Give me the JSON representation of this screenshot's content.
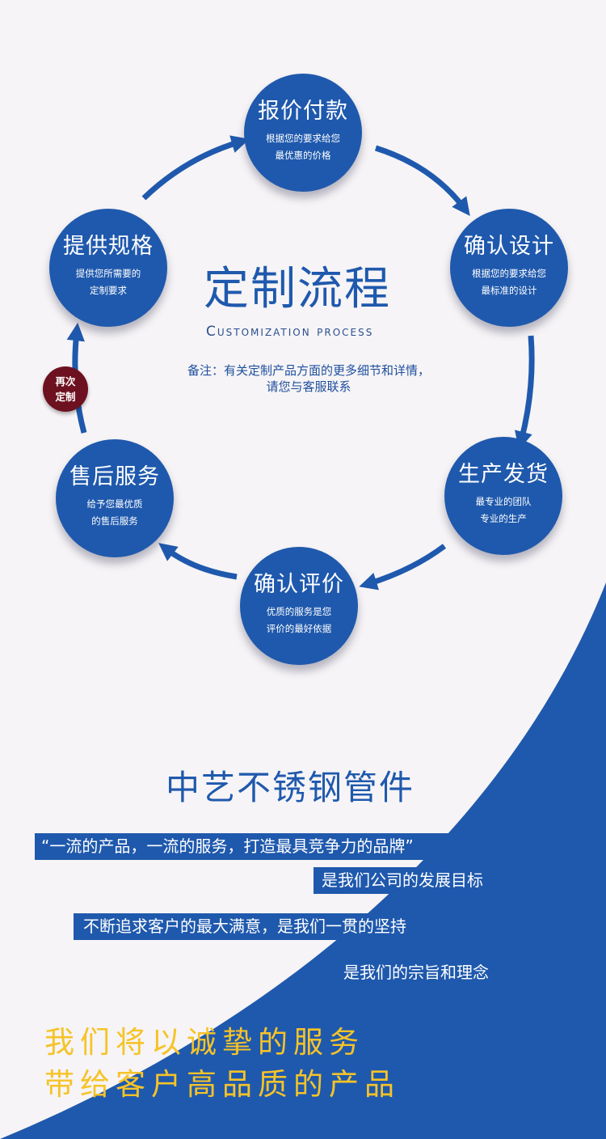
{
  "process": {
    "title": "定制流程",
    "subtitle": "Customization process",
    "note_line1": "备注：有关定制产品方面的更多细节和详情，",
    "note_line2": "请您与客服联系",
    "redo_line1": "再次",
    "redo_line2": "定制",
    "steps": [
      {
        "title": "报价付款",
        "desc1": "根据您的要求给您",
        "desc2": "最优惠的价格"
      },
      {
        "title": "确认设计",
        "desc1": "根据您的要求给您",
        "desc2": "最标准的设计"
      },
      {
        "title": "生产发货",
        "desc1": "最专业的团队",
        "desc2": "专业的生产"
      },
      {
        "title": "确认评价",
        "desc1": "优质的服务是您",
        "desc2": "评价的最好依据"
      },
      {
        "title": "售后服务",
        "desc1": "给予您最优质",
        "desc2": "的售后服务"
      },
      {
        "title": "提供规格",
        "desc1": "提供您所需要的",
        "desc2": "定制要求"
      }
    ]
  },
  "company": {
    "name": "中艺不锈钢管件",
    "line1": "“一流的产品，一流的服务，打造最具竞争力的品牌”",
    "line2": "是我们公司的发展目标",
    "line3": "不断追求客户的最大满意，是我们一贯的坚持",
    "line4": "是我们的宗旨和理念"
  },
  "slogan": {
    "line1": "我们将以诚挚的服务",
    "line2": "带给客户高品质的产品"
  },
  "colors": {
    "primary_blue": "#1f59ad",
    "accent_red": "#6d1120",
    "slogan_yellow": "#f6c328",
    "background": "#f6f4f6"
  }
}
